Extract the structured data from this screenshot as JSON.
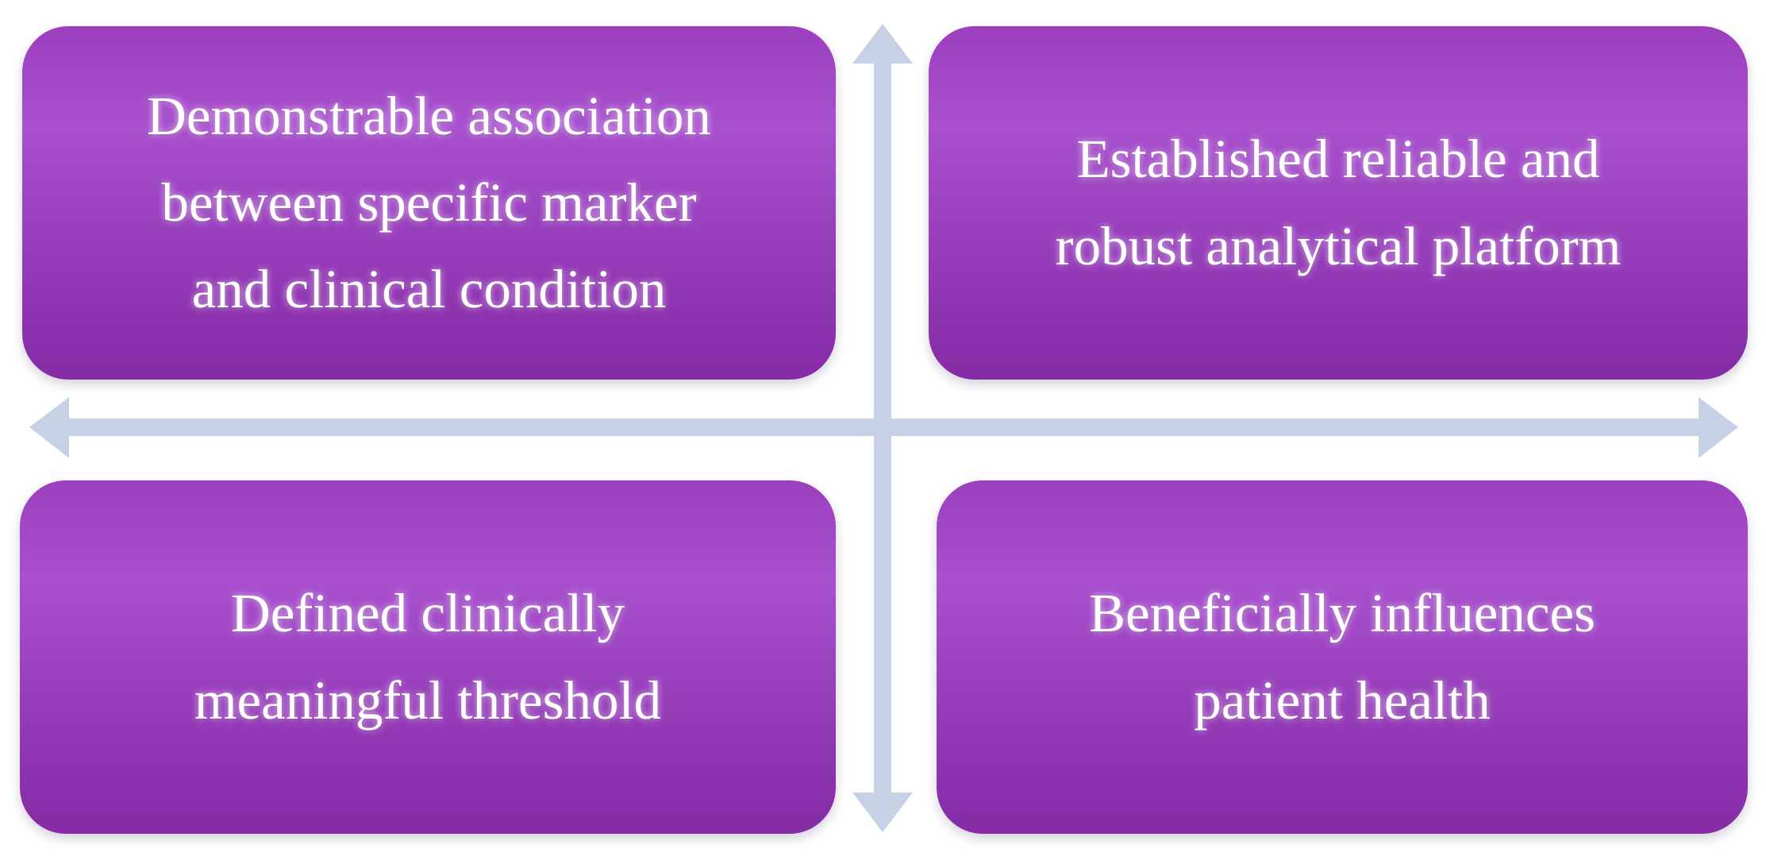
{
  "diagram": {
    "type": "quadrant-diagram",
    "quadrants": {
      "top_left": {
        "label": "Demonstrable association\nbetween specific marker\nand clinical condition"
      },
      "top_right": {
        "label": "Established reliable and\nrobust analytical platform"
      },
      "bottom_left": {
        "label": "Defined clinically\nmeaningful threshold"
      },
      "bottom_right": {
        "label": "Beneficially influences\npatient health"
      }
    },
    "axes": {
      "horizontal": "double-headed arrow",
      "vertical": "double-headed arrow"
    },
    "colors": {
      "box-grad-top": "#9c3fbe",
      "box-grad-light": "#a850ce",
      "box-grad-mid": "#9238b4",
      "box-grad-bottom": "#862ba6",
      "arrow": "#c7d1e6",
      "text": "#ffffff",
      "background": "#ffffff"
    }
  }
}
